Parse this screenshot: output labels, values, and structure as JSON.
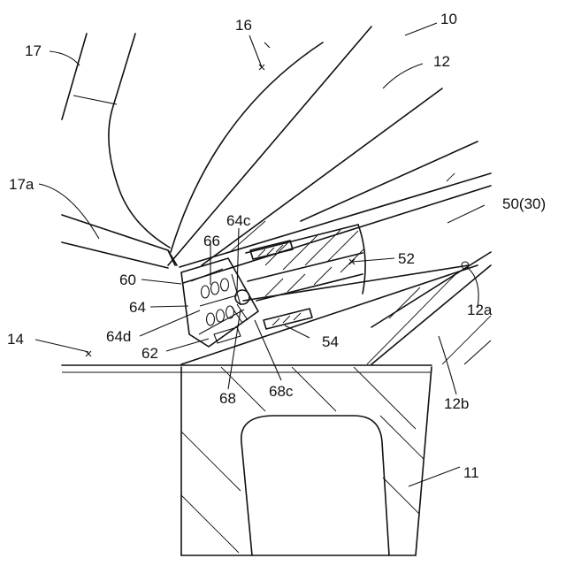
{
  "labels": {
    "l10": "10",
    "l11": "11",
    "l12": "12",
    "l12a": "12a",
    "l12b": "12b",
    "l14": "14",
    "l16": "16",
    "l17": "17",
    "l17a": "17a",
    "l50": "50(30)",
    "l52": "52",
    "l54": "54",
    "l60": "60",
    "l62": "62",
    "l64": "64",
    "l64c": "64c",
    "l64d": "64d",
    "l66": "66",
    "l68": "68",
    "l68c": "68c"
  }
}
